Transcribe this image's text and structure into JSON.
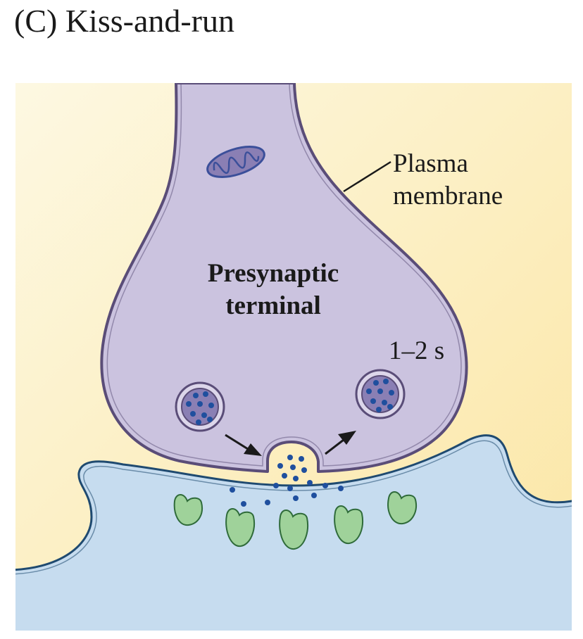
{
  "panel": {
    "title": "(C) Kiss-and-run"
  },
  "labels": {
    "membrane": [
      "Plasma",
      "membrane"
    ],
    "terminal": [
      "Presynaptic",
      "terminal"
    ],
    "time": "1–2 s"
  },
  "colors": {
    "extracellular_top": "#fdf6d8",
    "extracellular_bottom": "#fbe7a8",
    "presynaptic_fill": "#cbc3df",
    "presynaptic_stroke": "#5a4d78",
    "postsynaptic_fill": "#c6dcef",
    "postsynaptic_stroke": "#1f4a70",
    "vesicle_fill": "#8a7fb4",
    "transmitter": "#1f4f9e",
    "receptor": "#9fd29a"
  }
}
